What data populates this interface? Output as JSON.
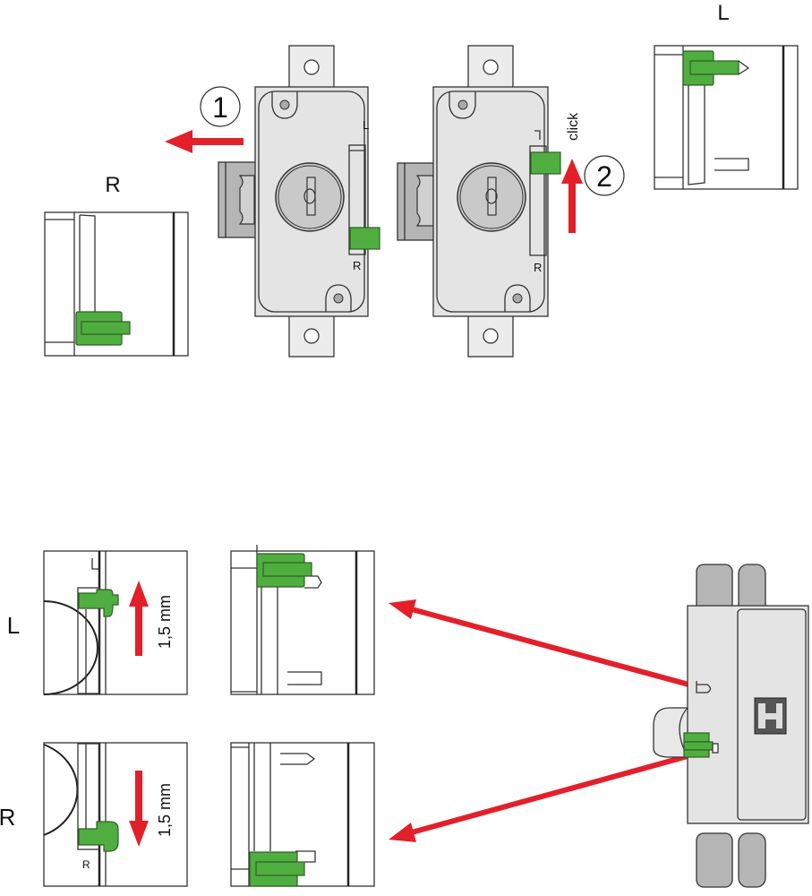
{
  "diagram": {
    "labels": {
      "top_left_view": "R",
      "top_right_view": "L",
      "step_1": "1",
      "step_2": "2",
      "click": "click",
      "lock1_slot_top": "L",
      "lock1_slot_bottom": "R",
      "lock2_slot_bottom": "R",
      "row_L": "L",
      "row_R": "R",
      "detail_L_mark": "L",
      "detail_R_mark": "R",
      "travel_up": "1,5 mm",
      "travel_down": "1,5 mm"
    },
    "colors": {
      "arrow": "#e3202a",
      "slider": "#4fae3f",
      "body": "#e4e4e4"
    }
  }
}
